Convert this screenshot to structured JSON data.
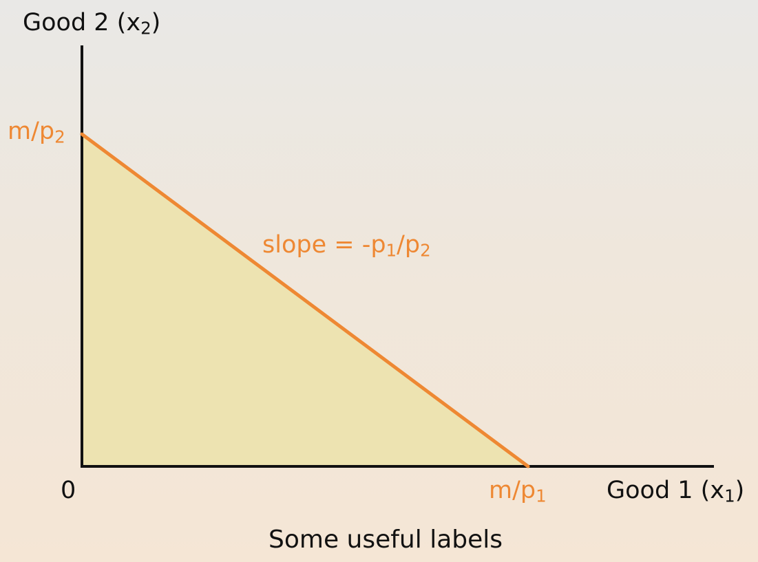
{
  "diagram": {
    "y_axis_label": {
      "text": "Good 2 (x",
      "sub": "2",
      "close": ")"
    },
    "x_axis_label": {
      "text": "Good 1 (x",
      "sub": "1",
      "close": ")"
    },
    "origin_label": "0",
    "y_intercept_label": {
      "text": "m/p",
      "sub": "2"
    },
    "x_intercept_label": {
      "text": "m/p",
      "sub": "1"
    },
    "slope_label": {
      "text": "slope = -p",
      "sub1": "1",
      "mid": "/p",
      "sub2": "2"
    },
    "caption": "Some useful labels",
    "colors": {
      "axis": "#111111",
      "budget_line": "#ee8833",
      "feasible_fill": "#ede3b1",
      "label_accent": "#ee8833"
    }
  }
}
